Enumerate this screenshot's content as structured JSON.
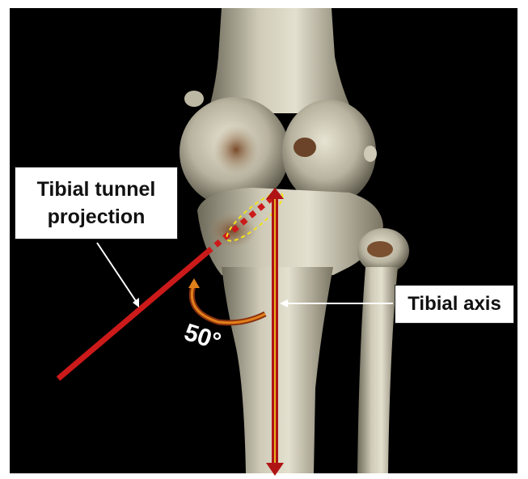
{
  "figure": {
    "labels": {
      "tunnel_line1": "Tibial tunnel",
      "tunnel_line2": "projection",
      "axis": "Tibial axis",
      "angle": "50°"
    },
    "colors": {
      "tunnel_line": "#cc1a1a",
      "axis_line": "#b01313",
      "axis_highlight": "#e8b321",
      "tunnel_outline": "#f2e31c",
      "angle_arc": "#e0801a",
      "label_bg": "#ffffff",
      "background": "#000000"
    }
  }
}
